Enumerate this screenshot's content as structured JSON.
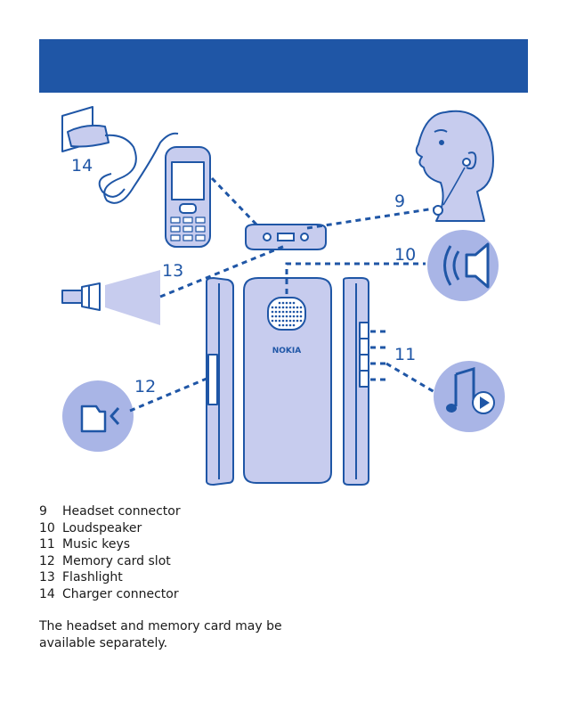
{
  "callouts": {
    "n9": "9",
    "n10": "10",
    "n11": "11",
    "n12": "12",
    "n13": "13",
    "n14": "14"
  },
  "phone": {
    "brand": "NOKIA"
  },
  "legend": [
    {
      "num": "9",
      "label": "Headset connector"
    },
    {
      "num": "10",
      "label": "Loudspeaker"
    },
    {
      "num": "11",
      "label": "Music keys"
    },
    {
      "num": "12",
      "label": "Memory card slot"
    },
    {
      "num": "13",
      "label": "Flashlight"
    },
    {
      "num": "14",
      "label": "Charger connector"
    }
  ],
  "note": "The headset and memory card may be available separately.",
  "colors": {
    "accent": "#1f56a6",
    "fill_light": "#c7ccee",
    "circle": "#a9b5e6"
  }
}
